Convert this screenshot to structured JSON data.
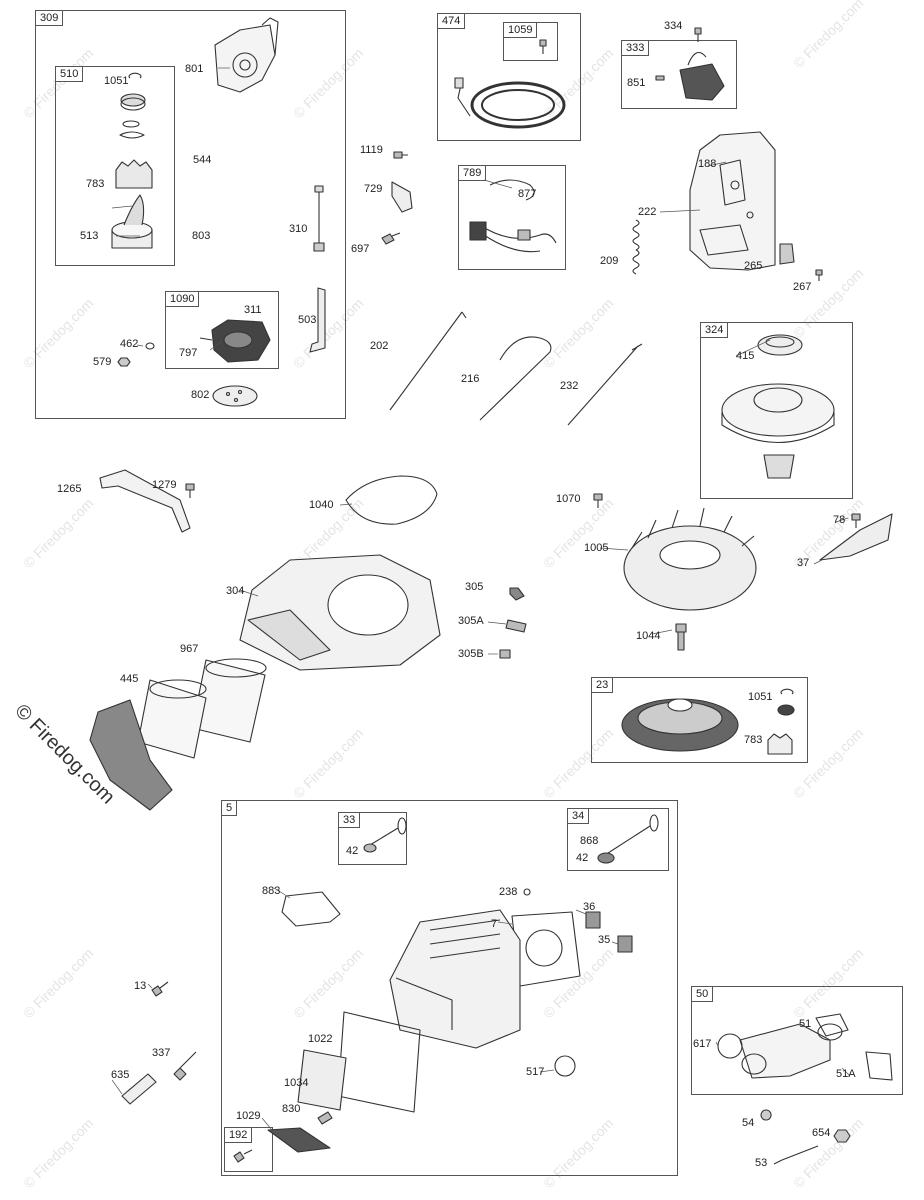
{
  "watermark": "© Firedog.com",
  "copyright": "© Firedog.com",
  "boxes": [
    {
      "id": "309",
      "label": "309"
    },
    {
      "id": "510",
      "label": "510"
    },
    {
      "id": "1090",
      "label": "1090"
    },
    {
      "id": "474",
      "label": "474"
    },
    {
      "id": "1059",
      "label": "1059"
    },
    {
      "id": "333",
      "label": "333"
    },
    {
      "id": "789",
      "label": "789"
    },
    {
      "id": "324",
      "label": "324"
    },
    {
      "id": "23",
      "label": "23"
    },
    {
      "id": "5",
      "label": "5"
    },
    {
      "id": "33",
      "label": "33"
    },
    {
      "id": "34",
      "label": "34"
    },
    {
      "id": "192",
      "label": "192"
    },
    {
      "id": "50",
      "label": "50"
    }
  ],
  "labels": {
    "l801": "801",
    "l1051a": "1051",
    "l544": "544",
    "l783a": "783",
    "l513": "513",
    "l803": "803",
    "l310": "310",
    "l503": "503",
    "l311": "311",
    "l797": "797",
    "l462": "462",
    "l579": "579",
    "l802": "802",
    "l1119": "1119",
    "l729": "729",
    "l697": "697",
    "l334": "334",
    "l851": "851",
    "l877": "877",
    "l188": "188",
    "l222": "222",
    "l209": "209",
    "l265": "265",
    "l267": "267",
    "l202": "202",
    "l216": "216",
    "l232": "232",
    "l415": "415",
    "l1265": "1265",
    "l1279": "1279",
    "l1040": "1040",
    "l1070": "1070",
    "l1005": "1005",
    "l78": "78",
    "l37": "37",
    "l304": "304",
    "l305": "305",
    "l305a": "305A",
    "l305b": "305B",
    "l967": "967",
    "l445": "445",
    "l1044": "1044",
    "l1051b": "1051",
    "l783b": "783",
    "l42a": "42",
    "l868": "868",
    "l42b": "42",
    "l883": "883",
    "l238": "238",
    "l7": "7",
    "l36": "36",
    "l35": "35",
    "l13": "13",
    "l1022": "1022",
    "l1034": "1034",
    "l830": "830",
    "l1029": "1029",
    "l517": "517",
    "l337": "337",
    "l635": "635",
    "l51": "51",
    "l617": "617",
    "l51a": "51A",
    "l54": "54",
    "l654": "654",
    "l53": "53"
  }
}
